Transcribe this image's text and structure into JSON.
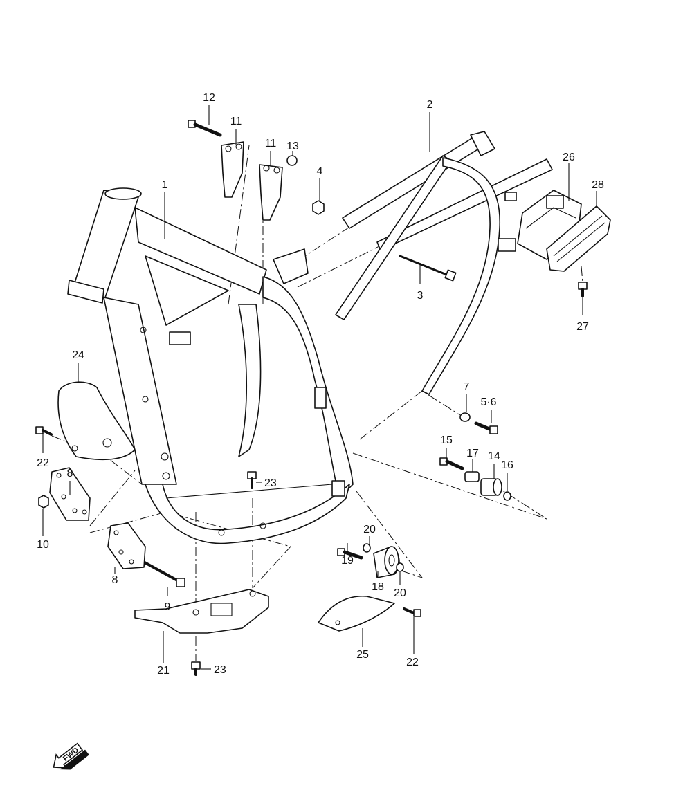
{
  "diagram": {
    "callouts": {
      "c1": "1",
      "c2": "2",
      "c3": "3",
      "c4": "4",
      "c5_6": "5·6",
      "c7": "7",
      "c8a": "8",
      "c8b": "8",
      "c9": "9",
      "c10": "10",
      "c11a": "11",
      "c11b": "11",
      "c12": "12",
      "c13": "13",
      "c14": "14",
      "c15": "15",
      "c16": "16",
      "c17": "17",
      "c18": "18",
      "c19": "19",
      "c20a": "20",
      "c20b": "20",
      "c21": "21",
      "c22a": "22",
      "c22b": "22",
      "c23a": "23",
      "c23b": "23",
      "c24": "24",
      "c25": "25",
      "c26": "26",
      "c27": "27",
      "c28": "28"
    },
    "fwd_label": "FWD"
  }
}
